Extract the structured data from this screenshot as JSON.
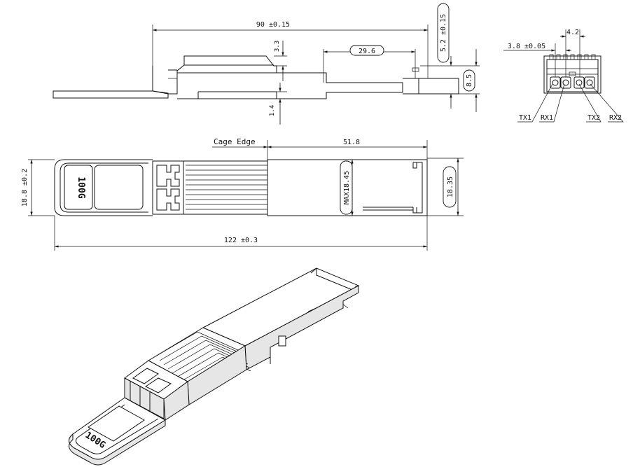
{
  "side_view": {
    "dims": {
      "overall_length": "90 ±0.15",
      "top_gap": "3.3",
      "fiber_length": "29.6",
      "thickness": "5.2 ±0.15",
      "height": "8.5",
      "bottom_gap": "1.4"
    }
  },
  "end_view": {
    "dims": {
      "pitch": "3.8 ±0.05",
      "spacing": "4.2"
    },
    "ports": [
      "TX1",
      "RX1",
      "TX2",
      "RX2"
    ]
  },
  "top_view": {
    "badge": "100G",
    "cage_edge_label": "Cage Edge",
    "dims": {
      "width": "18.8 ±0.2",
      "depth": "51.8",
      "max_width": "MAX18.45",
      "inner_width": "18.35",
      "total_length": "122 ±0.3"
    }
  },
  "iso_view": {
    "badge": "100G"
  }
}
